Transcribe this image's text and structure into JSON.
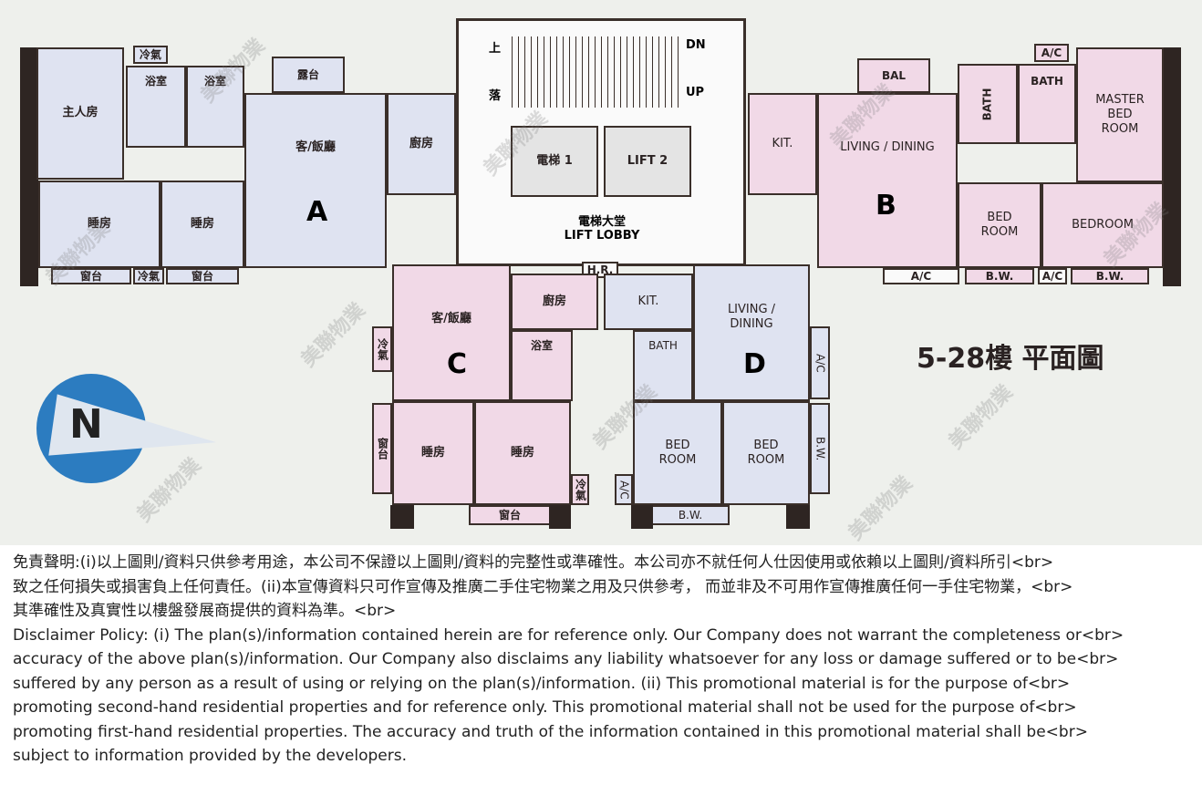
{
  "plan": {
    "title": "5-28樓 平面圖",
    "compass": "N",
    "watermark": "美聯物業",
    "core": {
      "up": "上",
      "down_cn": "落",
      "dn": "DN",
      "up_en": "UP",
      "lift1": "電梯 1",
      "lift2": "LIFT 2",
      "lobby_cn": "電梯大堂",
      "lobby_en": "LIFT LOBBY",
      "hr": "H.R."
    },
    "unit_a": {
      "label": "A",
      "master": "主人房",
      "ac_top": "冷氣",
      "bath1": "浴室",
      "bath2": "浴室",
      "balcony": "露台",
      "living": "客/飯廳",
      "kitchen": "廚房",
      "bed1": "睡房",
      "bed2": "睡房",
      "bw1": "窗台",
      "ac_bottom": "冷氣",
      "bw2": "窗台"
    },
    "unit_b": {
      "label": "B",
      "ac_top": "A/C",
      "bal": "BAL",
      "bath1": "BATH",
      "bath2": "BATH",
      "master": "MASTER BED ROOM",
      "kit": "KIT.",
      "living": "LIVING / DINING",
      "bed1": "BED ROOM",
      "bed2": "BEDROOM",
      "ac1": "A/C",
      "bw1": "B.W.",
      "ac2": "A/C",
      "bw2": "B.W."
    },
    "unit_c": {
      "label": "C",
      "living": "客/飯廳",
      "kitchen": "廚房",
      "bath": "浴室",
      "ac1": "冷氣",
      "bw1": "窗台",
      "bed1": "睡房",
      "bed2": "睡房",
      "ac2": "冷氣",
      "bw2": "窗台"
    },
    "unit_d": {
      "label": "D",
      "kit": "KIT.",
      "living": "LIVING / DINING",
      "bath": "BATH",
      "ac1": "A/C",
      "bed1": "BED ROOM",
      "bed2": "BED ROOM",
      "ac2": "A/C",
      "bw1": "B.W.",
      "bw2": "B.W."
    }
  },
  "disclaimer": {
    "cn": [
      "免責聲明:(i)以上圖則/資料只供參考用途，本公司不保證以上圖則/資料的完整性或準確性。本公司亦不就任何人仕因使用或依賴以上圖則/資料所引<br>",
      "致之任何損失或損害負上任何責任。(ii)本宣傳資料只可作宣傳及推廣二手住宅物業之用及只供參考， 而並非及不可用作宣傳推廣任何一手住宅物業，<br>",
      "其準確性及真實性以樓盤發展商提供的資料為準。<br>"
    ],
    "en": [
      "Disclaimer Policy: (i) The plan(s)/information contained herein are for reference only. Our Company does not warrant the completeness or<br>",
      "accuracy of the above plan(s)/information. Our Company also disclaims any liability whatsoever for any loss or damage suffered or to be<br>",
      "suffered by any person as a result of using or relying on the plan(s)/information. (ii) This promotional material is for the purpose of<br>",
      "promoting second-hand residential properties and for reference only. This promotional material shall not be used for the purpose of<br>",
      "promoting first-hand residential properties. The accuracy and truth of the information contained in this promotional material shall be<br>",
      "subject to information provided by the developers."
    ]
  }
}
